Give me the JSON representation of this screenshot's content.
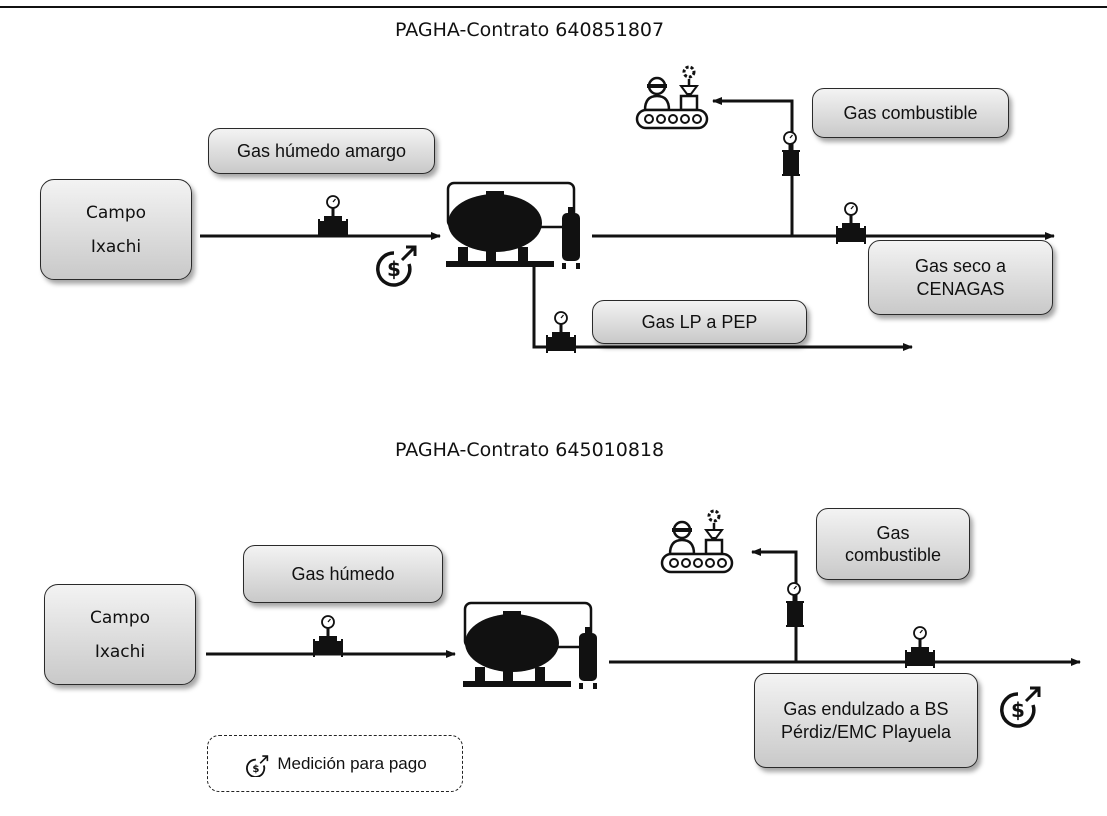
{
  "diagram1": {
    "title": "PAGHA-Contrato 640851807",
    "source": "Campo\nIxachi",
    "labels": {
      "inlet": "Gas húmedo amargo",
      "fuel": "Gas combustible",
      "dry_gas": "Gas seco a\nCENAGAS",
      "lpg": "Gas LP a PEP"
    }
  },
  "diagram2": {
    "title": "PAGHA-Contrato 645010818",
    "source": "Campo\nIxachi",
    "labels": {
      "inlet": "Gas húmedo",
      "fuel": "Gas\ncombustible",
      "sweet_gas": "Gas endulzado a BS\nPérdiz/EMC Playuela"
    }
  },
  "legend": {
    "icon": "payment-measurement-icon",
    "label": "Medición para pago"
  },
  "colors": {
    "line": "#111111",
    "box_top": "#f3f3f3",
    "box_bottom": "#c9c9c9"
  }
}
